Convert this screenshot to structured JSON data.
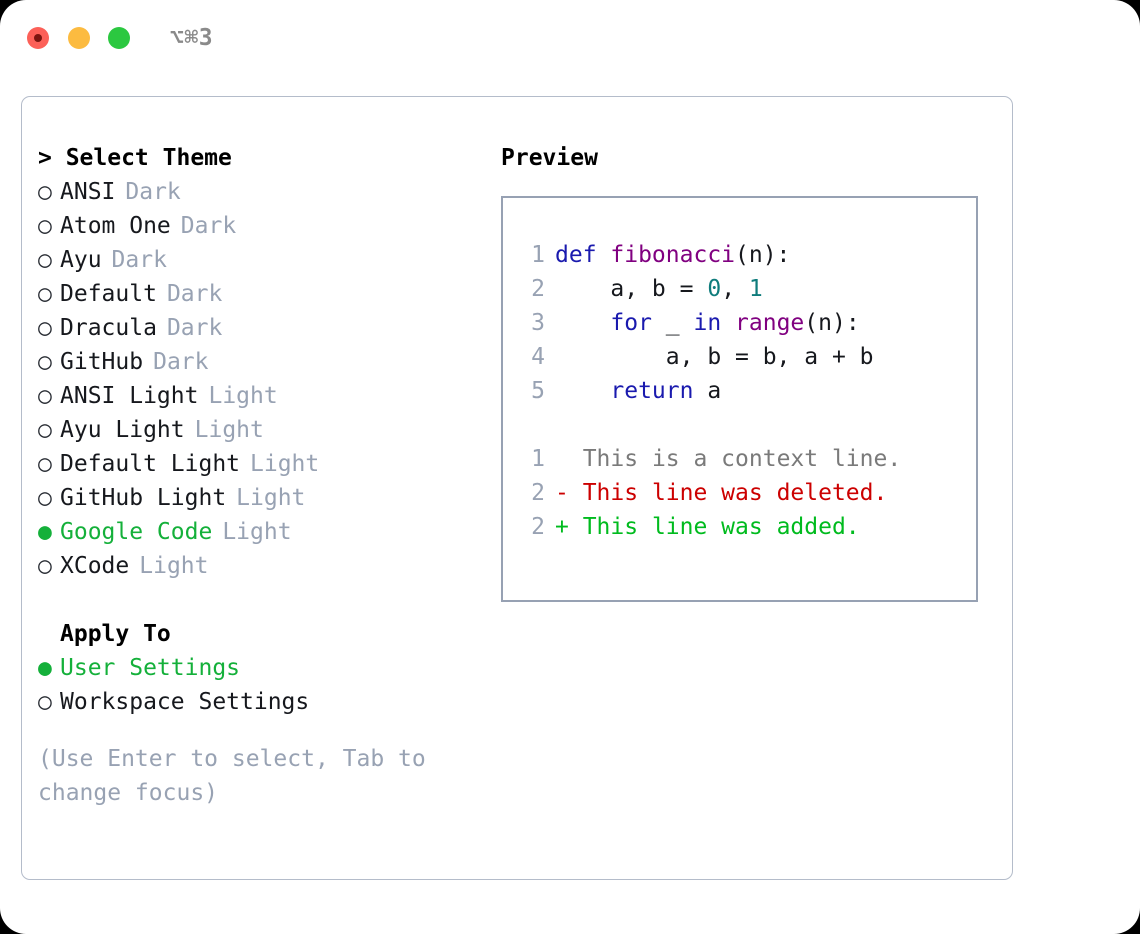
{
  "titlebar": {
    "shortcut": "⌥⌘3",
    "buttons": [
      {
        "name": "close",
        "color": "#fc6058"
      },
      {
        "name": "minimize",
        "color": "#fcbb40"
      },
      {
        "name": "maximize",
        "color": "#2bc840"
      }
    ]
  },
  "theme_panel": {
    "header": "> Select Theme",
    "items": [
      {
        "bullet": "○",
        "label": "ANSI",
        "tag": "Dark",
        "selected": false
      },
      {
        "bullet": "○",
        "label": "Atom One",
        "tag": "Dark",
        "selected": false
      },
      {
        "bullet": "○",
        "label": "Ayu",
        "tag": "Dark",
        "selected": false
      },
      {
        "bullet": "○",
        "label": "Default",
        "tag": "Dark",
        "selected": false
      },
      {
        "bullet": "○",
        "label": "Dracula",
        "tag": "Dark",
        "selected": false
      },
      {
        "bullet": "○",
        "label": "GitHub",
        "tag": "Dark",
        "selected": false
      },
      {
        "bullet": "○",
        "label": "ANSI Light",
        "tag": "Light",
        "selected": false
      },
      {
        "bullet": "○",
        "label": "Ayu Light",
        "tag": "Light",
        "selected": false
      },
      {
        "bullet": "○",
        "label": "Default Light",
        "tag": "Light",
        "selected": false
      },
      {
        "bullet": "○",
        "label": "GitHub Light",
        "tag": "Light",
        "selected": false
      },
      {
        "bullet": "●",
        "label": "Google Code",
        "tag": "Light",
        "selected": true
      },
      {
        "bullet": "○",
        "label": "XCode",
        "tag": "Light",
        "selected": false
      }
    ]
  },
  "apply_to": {
    "header": "Apply To",
    "items": [
      {
        "bullet": "●",
        "label": "User Settings",
        "selected": true
      },
      {
        "bullet": "○",
        "label": "Workspace Settings",
        "selected": false
      }
    ]
  },
  "hint": {
    "line1": "(Use Enter to select, Tab to",
    "line2": "change focus)"
  },
  "preview": {
    "title": "Preview",
    "code_lines": [
      {
        "no": "1",
        "tokens": [
          {
            "t": "def ",
            "c": "kw"
          },
          {
            "t": "fibonacci",
            "c": "fn"
          },
          {
            "t": "(n):",
            "c": "pun"
          }
        ]
      },
      {
        "no": "2",
        "tokens": [
          {
            "t": "    a, b = ",
            "c": "plain"
          },
          {
            "t": "0",
            "c": "num"
          },
          {
            "t": ", ",
            "c": "pun"
          },
          {
            "t": "1",
            "c": "num"
          }
        ]
      },
      {
        "no": "3",
        "tokens": [
          {
            "t": "    ",
            "c": "plain"
          },
          {
            "t": "for",
            "c": "kw"
          },
          {
            "t": " _ ",
            "c": "plain"
          },
          {
            "t": "in",
            "c": "kw"
          },
          {
            "t": " ",
            "c": "plain"
          },
          {
            "t": "range",
            "c": "fn"
          },
          {
            "t": "(n):",
            "c": "pun"
          }
        ]
      },
      {
        "no": "4",
        "tokens": [
          {
            "t": "        a, b = b, a + b",
            "c": "plain"
          }
        ]
      },
      {
        "no": "5",
        "tokens": [
          {
            "t": "    ",
            "c": "plain"
          },
          {
            "t": "return",
            "c": "kw"
          },
          {
            "t": " a",
            "c": "plain"
          }
        ]
      }
    ],
    "diff_lines": [
      {
        "no": "1",
        "marker": " ",
        "text": " This is a context line.",
        "kind": "ctx"
      },
      {
        "no": "2",
        "marker": "-",
        "text": " This line was deleted.",
        "kind": "del"
      },
      {
        "no": "2",
        "marker": "+",
        "text": " This line was added.",
        "kind": "add"
      }
    ]
  },
  "colors": {
    "selected_green": "#14b03a",
    "tag_muted": "#98a2b3",
    "keyword_blue": "#1a1aae",
    "function_purple": "#800080",
    "number_teal": "#0f7c7c",
    "diff_delete_red": "#cc0000",
    "diff_add_green": "#00bb1e",
    "panel_border": "#b4bcca",
    "code_box_border": "#97a1b3"
  }
}
